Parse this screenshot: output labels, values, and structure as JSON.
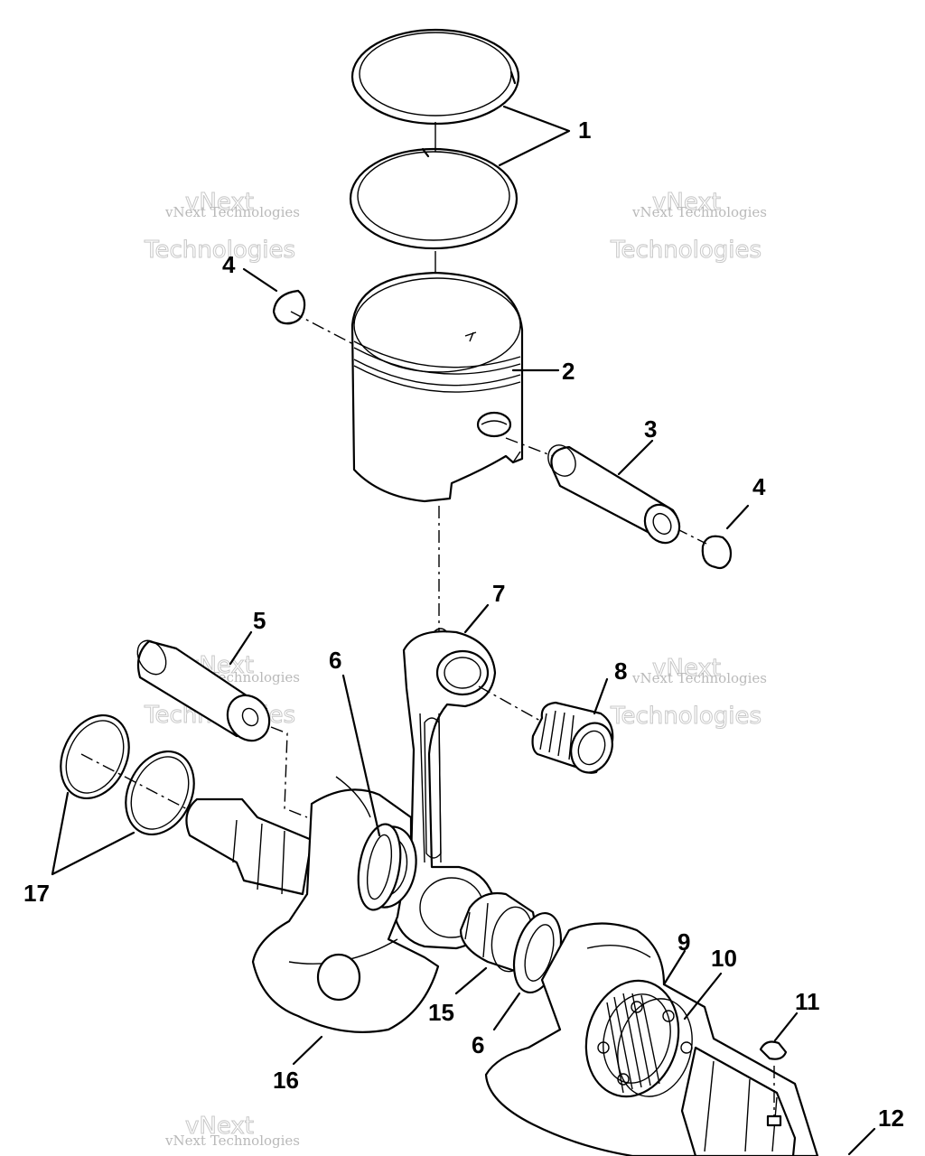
{
  "watermark": {
    "line1": "vNext",
    "line2": "vNext Technologies",
    "line3": "Technologies"
  },
  "callouts": [
    "1",
    "2",
    "3",
    "4",
    "4",
    "5",
    "6",
    "7",
    "8",
    "17",
    "9",
    "10",
    "15",
    "6",
    "11",
    "16",
    "12"
  ],
  "parts": [
    "piston-ring-upper",
    "piston-ring-lower",
    "piston",
    "piston-pin",
    "circlip-left",
    "circlip-right",
    "crank-pin",
    "thrust-washer",
    "connecting-rod",
    "needle-bearing",
    "seal-ring-pair",
    "main-bearing",
    "crankshaft-seal",
    "woodruff-key",
    "crankshaft-left",
    "crankshaft-right"
  ]
}
